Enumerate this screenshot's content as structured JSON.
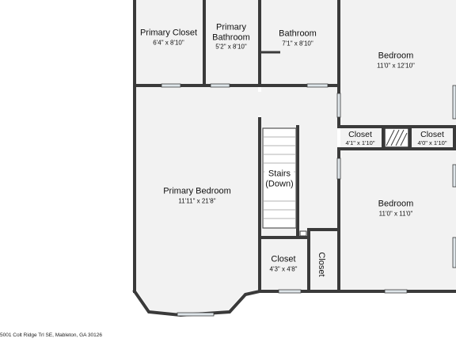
{
  "rooms": {
    "primary_closet": {
      "name": "Primary Closet",
      "dims": "6'4\" x 8'10\""
    },
    "primary_bathroom": {
      "name_line1": "Primary",
      "name_line2": "Bathroom",
      "dims": "5'2\" x 8'10\""
    },
    "bathroom": {
      "name": "Bathroom",
      "dims": "7'1\" x 8'10\""
    },
    "bedroom_top": {
      "name": "Bedroom",
      "dims": "11'0\" x 12'10\""
    },
    "closet_mid_left": {
      "name": "Closet",
      "dims": "4'1\" x 1'10\""
    },
    "closet_mid_right": {
      "name": "Closet",
      "dims": "4'0\" x 1'10\""
    },
    "stairs": {
      "name_line1": "Stairs",
      "name_line2": "(Down)"
    },
    "primary_bedroom": {
      "name": "Primary Bedroom",
      "dims": "11'11\" x 21'8\""
    },
    "bedroom_bottom": {
      "name": "Bedroom",
      "dims": "11'0\" x 11'0\""
    },
    "closet_small": {
      "name": "Closet",
      "dims": "4'3\" x 4'8\""
    },
    "closet_vertical": {
      "name": "Closet"
    }
  },
  "address": "5001 Colt Ridge Trl SE, Mableton, GA 30126",
  "colors": {
    "wall": "#3a3a3a",
    "floor": "#f2f2f2",
    "window": "#dfe6ea"
  }
}
